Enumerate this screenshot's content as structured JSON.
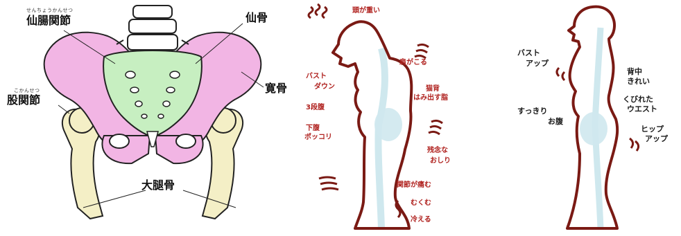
{
  "pelvis": {
    "sacroiliac_joint": {
      "ruby": "せんちょうかんせつ",
      "label": "仙腸関節"
    },
    "sacrum": {
      "label": "仙骨"
    },
    "hip_bone": {
      "label": "寛骨"
    },
    "hip_joint": {
      "ruby": "こかんせつ",
      "label": "股関節"
    },
    "femur": {
      "label": "大腿骨"
    },
    "colors": {
      "pelvis_pink": "#f2b5e4",
      "sacrum_green": "#c7efc1",
      "femur_cream": "#f4efc6",
      "outline": "#222222"
    }
  },
  "posture_bad": {
    "labels": {
      "heavy_head": "頭が重い",
      "stiff_shoulders": "肩がこる",
      "bust_down_1": "バスト",
      "bust_down_2": "ダウン",
      "triple_belly": "3段腹",
      "lower_belly_1": "下腹",
      "lower_belly_2": "ポッコリ",
      "back_fat_1": "猫背",
      "back_fat_2": "はみ出す脂",
      "saggy_butt_1": "残念な",
      "saggy_butt_2": "おしり",
      "knee_pain": "関節が痛む",
      "swelling": "むくむ",
      "cold": "冷える"
    }
  },
  "posture_good": {
    "labels": {
      "bust_up_1": "バスト",
      "bust_up_2": "アップ",
      "back_1": "背中",
      "back_2": "きれい",
      "waist_1": "くびれた",
      "waist_2": "ウエスト",
      "belly_1": "すっきり",
      "belly_2": "お腹",
      "hip_up_1": "ヒップ",
      "hip_up_2": "アップ"
    }
  },
  "colors": {
    "figure_outline": "#7a1a14",
    "body_fill": "#ffffff",
    "glow": "#cfe8ee",
    "label_red": "#b0221f"
  }
}
